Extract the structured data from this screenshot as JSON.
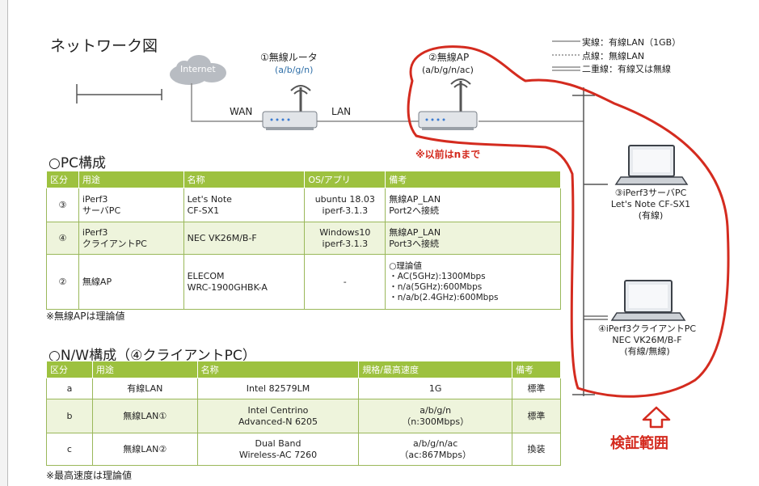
{
  "title": "ネットワーク図",
  "internet": "Internet",
  "router": {
    "name": "①無線ルータ",
    "spec": "(a/b/g/n)"
  },
  "ap": {
    "name": "②無線AP",
    "spec": "(a/b/g/n/ac)"
  },
  "wan": "WAN",
  "lan": "LAN",
  "note_prev": "※以前はnまで",
  "legend": {
    "solid": "実線：有線LAN（1GB）",
    "dotted": "点線：無線LAN",
    "double": "二重線：有線又は無線"
  },
  "server_pc": {
    "line1": "③iPerf3サーバPC",
    "line2": "Let's Note CF-SX1",
    "line3": "(有線)"
  },
  "client_pc": {
    "line1": "④iPerf3クライアントPC",
    "line2": "NEC  VK26M/B-F",
    "line3": "(有線/無線)"
  },
  "verify": "検証範囲",
  "pc_section": {
    "heading": "○PC構成",
    "headers": [
      "区分",
      "用途",
      "名称",
      "OS/アプリ",
      "備考"
    ],
    "rows": [
      {
        "no": "③",
        "use": "iPerf3\nサーバPC",
        "name": "Let's Note\nCF-SX1",
        "os": "ubuntu 18.03\niperf-3.1.3",
        "note": "無線AP_LAN\nPort2へ接続"
      },
      {
        "no": "④",
        "use": "iPerf3\nクライアントPC",
        "name": "NEC  VK26M/B-F",
        "os": "Windows10\niperf-3.1.3",
        "note": "無線AP_LAN\nPort3へ接続"
      },
      {
        "no": "②",
        "use": "無線AP",
        "name": "ELECOM\nWRC-1900GHBK-A",
        "os": "-",
        "note": "○理論値\n・AC(5GHz):1300Mbps\n・n/a(5GHz):600Mbps\n・n/a/b(2.4GHz):600Mbps"
      }
    ],
    "footnote": "※無線APは理論値"
  },
  "nw_section": {
    "heading": "○N/W構成（④クライアントPC）",
    "headers": [
      "区分",
      "用途",
      "名称",
      "規格/最高速度",
      "備考"
    ],
    "rows": [
      {
        "no": "a",
        "use": "有線LAN",
        "name": "Intel 82579LM",
        "spec": "1G",
        "note": "標準"
      },
      {
        "no": "b",
        "use": "無線LAN①",
        "name": "Intel Centrino\nAdvanced-N 6205",
        "spec": "a/b/g/n\n（n:300Mbps）",
        "note": "標準"
      },
      {
        "no": "c",
        "use": "無線LAN②",
        "name": "Dual Band\nWireless-AC 7260",
        "spec": "a/b/g/n/ac\n（ac:867Mbps）",
        "note": "換装"
      }
    ],
    "footnote": "※最高速度は理論値"
  }
}
